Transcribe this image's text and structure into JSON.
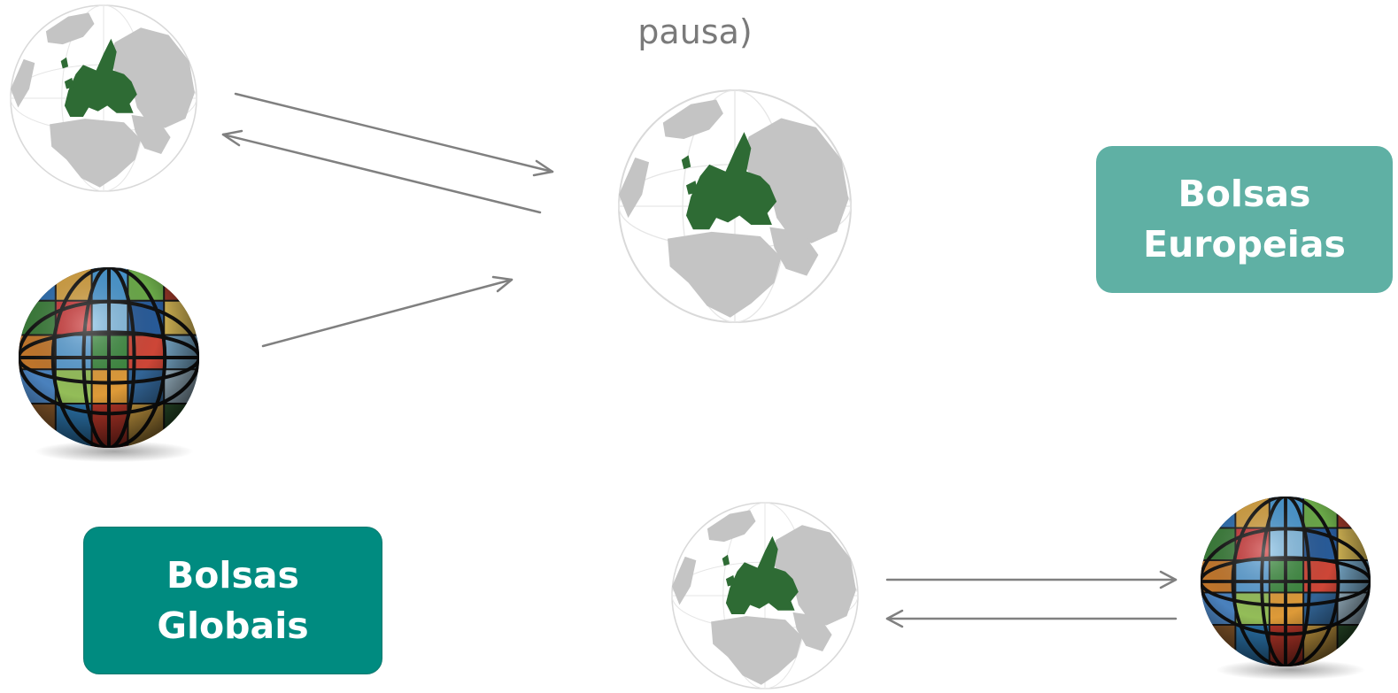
{
  "title_fragment": "pausa)",
  "labels": {
    "europeias": {
      "line1": "Bolsas",
      "line2": "Europeias"
    },
    "globais": {
      "line1": "Bolsas",
      "line2": "Globais"
    }
  },
  "colors": {
    "europe_green": "#2e6b34",
    "land_gray": "#c4c4c4",
    "arrow_gray": "#808080",
    "box_europeias": "#5fb0a4",
    "box_globais": "#008b80"
  }
}
